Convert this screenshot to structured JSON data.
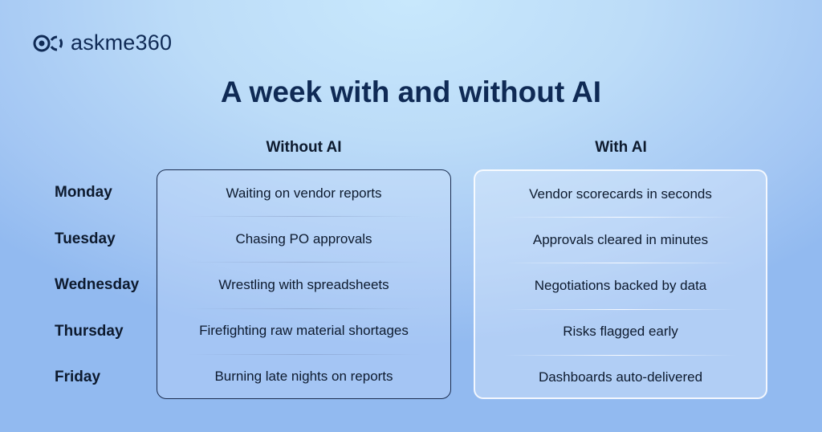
{
  "brand": {
    "name": "askme360"
  },
  "title": "A week with and without AI",
  "columns": {
    "without": "Without AI",
    "with": "With AI"
  },
  "days": [
    "Monday",
    "Tuesday",
    "Wednesday",
    "Thursday",
    "Friday"
  ],
  "without_ai": [
    "Waiting on vendor reports",
    "Chasing PO approvals",
    "Wrestling with spreadsheets",
    "Firefighting raw material shortages",
    "Burning late nights on reports"
  ],
  "with_ai": [
    "Vendor scorecards in seconds",
    "Approvals cleared in minutes",
    "Negotiations backed by data",
    "Risks flagged early",
    "Dashboards auto-delivered"
  ],
  "colors": {
    "title": "#0f2a55",
    "accent": "#1b2d50"
  }
}
